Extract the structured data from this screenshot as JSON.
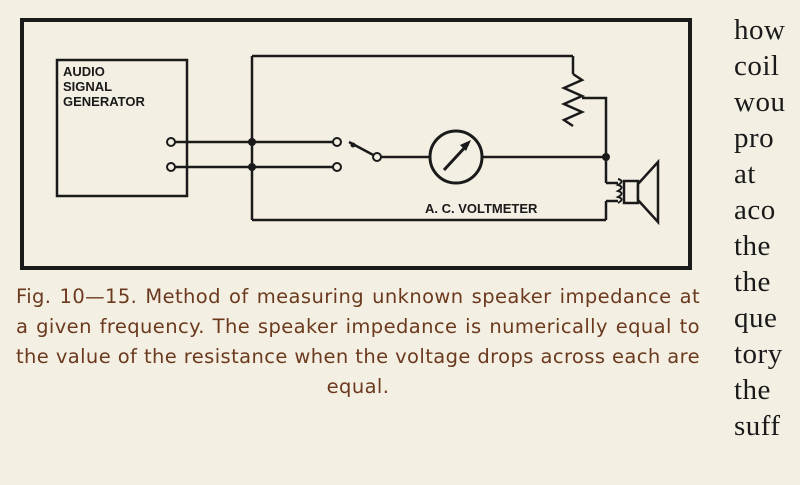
{
  "figure": {
    "generator_label": [
      "AUDIO",
      "SIGNAL",
      "GENERATOR"
    ],
    "voltmeter_label": "A. C. VOLTMETER"
  },
  "caption": {
    "text": "Fig. 10—15. Method of measuring unknown speaker impedance at a given frequency. The speaker impedance is numerically equal to the value of the resistance when the voltage drops across each are equal."
  },
  "side_text": {
    "lines": [
      "how",
      "coil",
      "wou",
      "pro",
      "at",
      "aco",
      "the",
      "the",
      "que",
      "tory",
      "the",
      "suff"
    ]
  },
  "colors": {
    "paper": "#f4efe3",
    "ink": "#1a1a1a",
    "caption": "#6b3a1e"
  }
}
